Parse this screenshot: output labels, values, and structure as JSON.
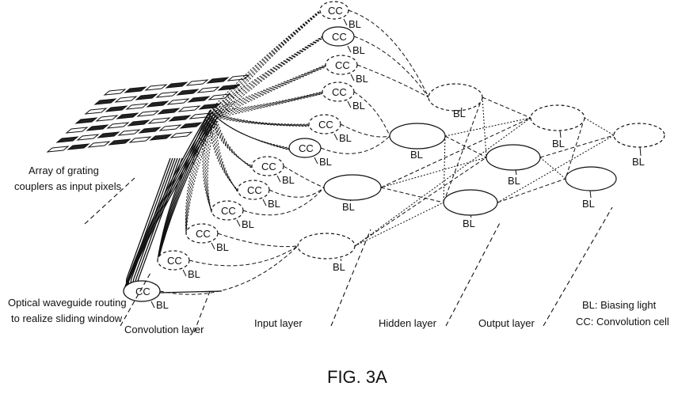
{
  "figure": {
    "caption": "FIG. 3A",
    "cell_labels": {
      "convolution": "CC",
      "bias": "BL"
    },
    "annotations": {
      "array": [
        "Array of grating",
        "couplers as input pixels"
      ],
      "routing": [
        "Optical waveguide routing",
        "to realize sliding window"
      ]
    },
    "layers": {
      "convolution": "Convolution layer",
      "input": "Input layer",
      "hidden": "Hidden layer",
      "output": "Output layer"
    },
    "legend": {
      "bl": "BL: Biasing light",
      "cc": "CC: Convolution cell"
    }
  }
}
